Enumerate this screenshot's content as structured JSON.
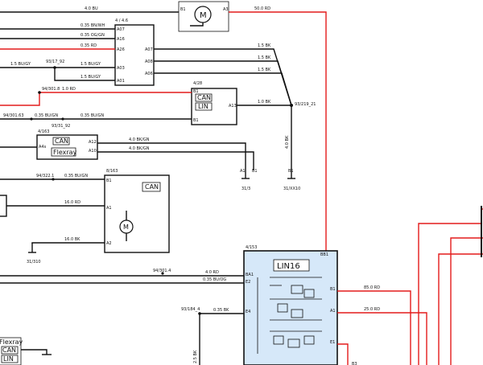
{
  "motor_top": {
    "symbol": "M",
    "pin_left": "B1",
    "pin_right": "A3"
  },
  "wires": {
    "top_bu": "4.0 BU",
    "top_rd": "50.0 RD",
    "bn_wh": "0.35 BN/WH",
    "og_gn": "0.35 OG/GN",
    "rd035": "0.35 RD",
    "bu_gy1": "1.5 BU/GY",
    "bu_gy2": "1.5 BU/GY",
    "bu_gy3": "1.5 BU/GY",
    "bk1": "1.5 BK",
    "bk2": "1.5 BK",
    "bk3": "1.5 BK",
    "rd10": "1.0 RD",
    "bk10": "1.0 BK",
    "bu_gn1": "0.35 BU/GN",
    "bu_gn2": "0.35 BU/GN",
    "bk_gn1": "4.0 BK/GN",
    "bk_gn2": "4.0 BK/GN",
    "bk40v": "4.0 BK",
    "bu_gn3": "0.35 BU/GN",
    "rd16": "16.0 RD",
    "bk16": "16.0 BK",
    "rd40": "4.0 RD",
    "bu_og": "0.35 BU/OG",
    "rd85": "85.0 RD",
    "rd25": "25.0 RD",
    "bk035": "0.35 BK",
    "bk25v": "2.5 BK"
  },
  "connectors": {
    "c1": "4 / 4.6",
    "c2": "4/28",
    "c3": "4/163",
    "c4": "8/163",
    "c5": "4/153"
  },
  "pins": {
    "a07": "A07",
    "a16": "A16",
    "a26": "A26",
    "a03": "A03",
    "a01": "A01",
    "a07r": "A07",
    "a08": "A08",
    "a06": "A06",
    "b1": "B1",
    "a13": "A13",
    "b1c": "B1",
    "a4s": "A4s",
    "a12": "A12",
    "a10": "A10",
    "b1d": "B1",
    "a1d": "A1",
    "a2d": "A2",
    "a1l": "A1",
    "b1l": "B1",
    "b1r": "B1",
    "bb1": "BB1",
    "ba1": "BA1",
    "e2": "E2",
    "e4": "E4",
    "b1e": "B1",
    "a1e": "A1",
    "e1": "E1",
    "b3": "B3"
  },
  "splices": {
    "s1": "93/17_92",
    "s2": "94/301.8",
    "s3": "94/301.63",
    "s4": "93/31_92",
    "s5": "93/219_21",
    "s6": "94/322.1",
    "s7": "94/301.4",
    "s8": "93/184_4"
  },
  "grounds": {
    "g1": "31/3",
    "g2": "31/XX10",
    "g3": "31/310"
  },
  "modules": {
    "can": "CAN",
    "lin": "LIN",
    "can2": "CAN",
    "flexray": "Flexray",
    "can3": "CAN",
    "motor2": "M",
    "lin16": "LIN16",
    "flexray2": "Flexray",
    "can4": "CAN",
    "lin2": "LIN"
  },
  "colors": {
    "wire_black": "#111111",
    "wire_red": "#e31b1b",
    "module_fill": "#d6e8f9"
  }
}
